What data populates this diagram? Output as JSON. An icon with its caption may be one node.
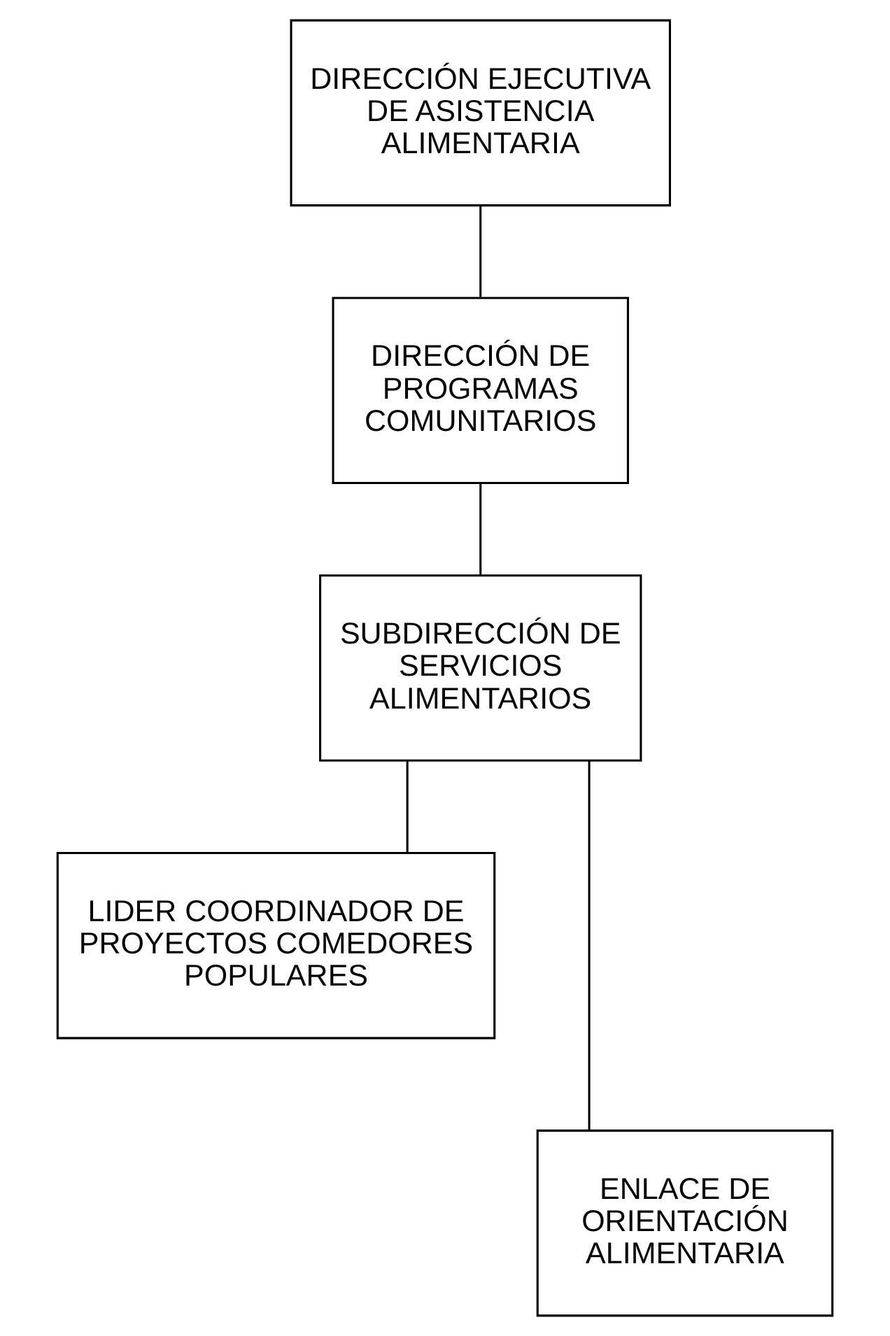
{
  "diagram": {
    "nodes": [
      {
        "text": [
          "DIRECCIÓN EJECUTIVA DE ASISTENCIA ALIMENTARIA"
        ]
      },
      {
        "text": [
          "DIRECCIÓN DE PROGRAMAS COMUNITARIOS"
        ]
      },
      {
        "text": [
          "SUBDIRECCIÓN DE SERVICIOS ALIMENTARIOS"
        ]
      },
      {
        "text": [
          "LIDER COORDINADOR DE PROYECTOS COMEDORES POPULARES"
        ]
      },
      {
        "text": [
          "ENLACE DE ORIENTACIÓN ALIMENTARIA"
        ]
      }
    ],
    "edges": [
      {
        "from": 0,
        "to": 1,
        "arrow": "none"
      },
      {
        "from": 1,
        "to": 2,
        "arrow": "none"
      },
      {
        "from": 2,
        "to": 3,
        "arrow": "none"
      },
      {
        "from": 2,
        "to": 4,
        "arrow": "none"
      }
    ]
  }
}
